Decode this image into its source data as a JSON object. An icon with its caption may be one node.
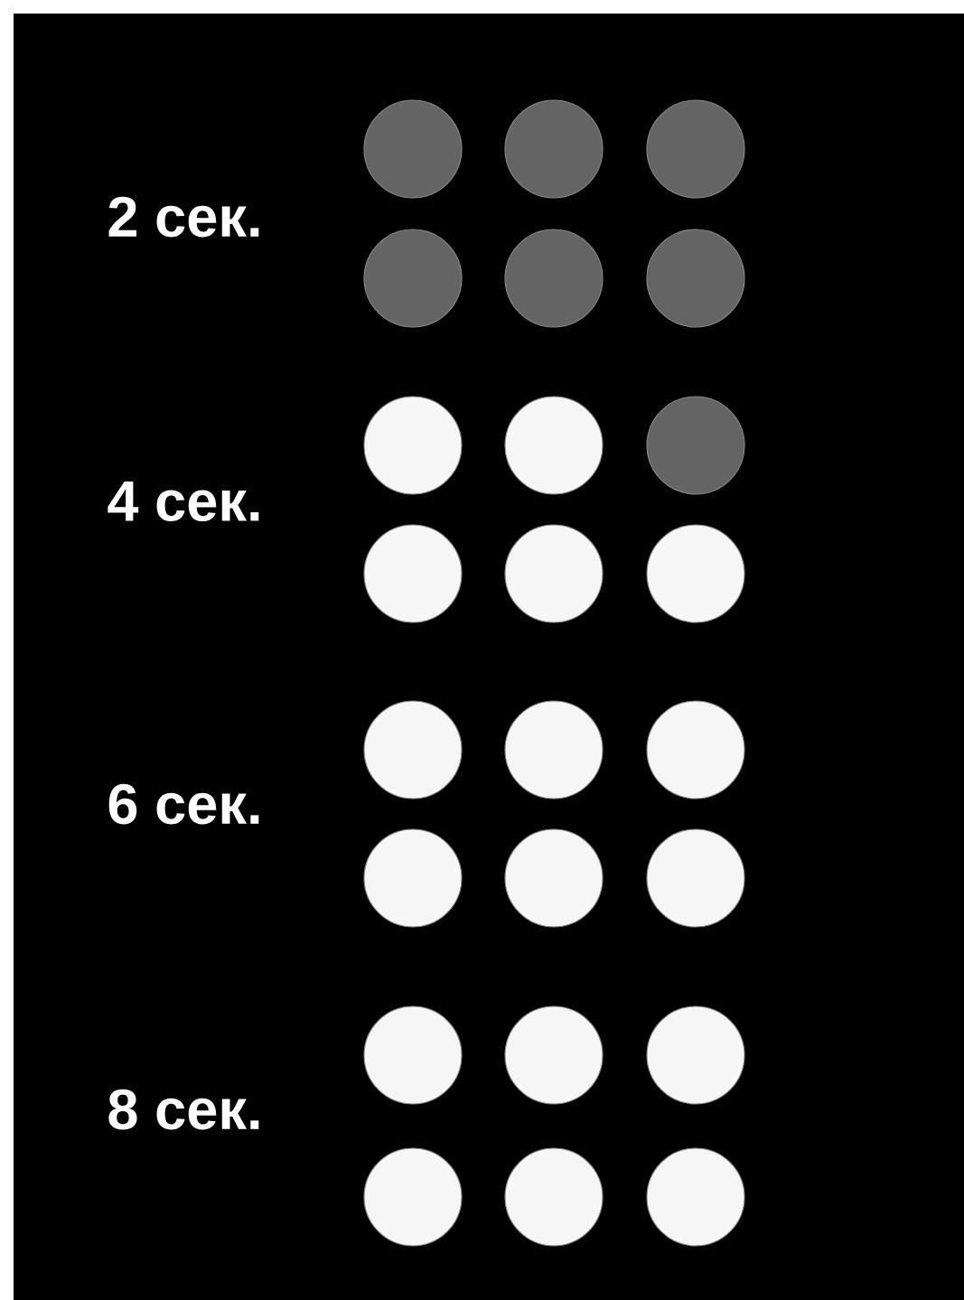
{
  "diagram": {
    "labels": [
      "2 сек.",
      "4 сек.",
      "6 сек.",
      "8 сек."
    ]
  }
}
